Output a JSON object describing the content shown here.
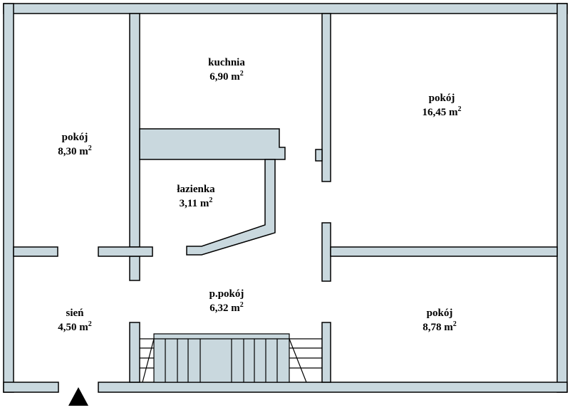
{
  "rooms": [
    {
      "id": "kuchnia",
      "name": "kuchnia",
      "area": "6,90 m",
      "unit_exp": "2"
    },
    {
      "id": "pokoj-large",
      "name": "pokój",
      "area": "16,45 m",
      "unit_exp": "2"
    },
    {
      "id": "pokoj-left",
      "name": "pokój",
      "area": "8,30 m",
      "unit_exp": "2"
    },
    {
      "id": "lazienka",
      "name": "łazienka",
      "area": "3,11 m",
      "unit_exp": "2"
    },
    {
      "id": "ppokoj",
      "name": "p.pokój",
      "area": "6,32 m",
      "unit_exp": "2"
    },
    {
      "id": "sien",
      "name": "sień",
      "area": "4,50 m",
      "unit_exp": "2"
    },
    {
      "id": "pokoj-bottom",
      "name": "pokój",
      "area": "8,78 m",
      "unit_exp": "2"
    }
  ],
  "entrance_marker": "arrow-up-icon",
  "colors": {
    "wall_fill": "#c9d8de",
    "wall_stroke": "#000000",
    "background": "#ffffff"
  }
}
